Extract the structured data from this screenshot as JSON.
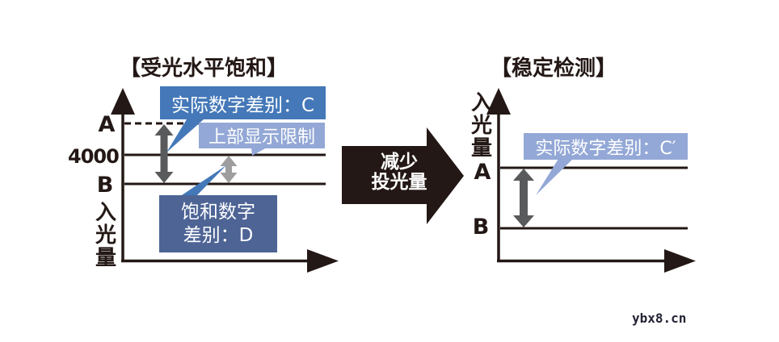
{
  "left_chart": {
    "title": "【受光水平饱和】",
    "axis_label_vertical": "入光量",
    "ticks": {
      "a": "A",
      "saturation_value": "4000",
      "b": "B"
    },
    "callouts": {
      "actual_difference": "实际数字差别：C",
      "upper_display_limit": "上部显示限制",
      "saturated_difference_line1": "饱和数字",
      "saturated_difference_line2": "差别：D"
    }
  },
  "transition_arrow": {
    "line1": "减少",
    "line2": "投光量"
  },
  "right_chart": {
    "title": "【稳定检测】",
    "axis_label_vertical": "入光量",
    "ticks": {
      "a": "A",
      "b": "B"
    },
    "callouts": {
      "actual_difference": "实际数字差别：C′"
    }
  },
  "watermark": {
    "text": "ybx8.cn"
  },
  "colors": {
    "ink": "#231815",
    "accent_blue": "#4478b8",
    "accent_periwinkle": "#93a8d6",
    "accent_slate": "#4d6495",
    "arrow_dark_gray": "#595a5c",
    "arrow_light_gray": "#9e9e9e",
    "watermark_ink": "#232435"
  }
}
